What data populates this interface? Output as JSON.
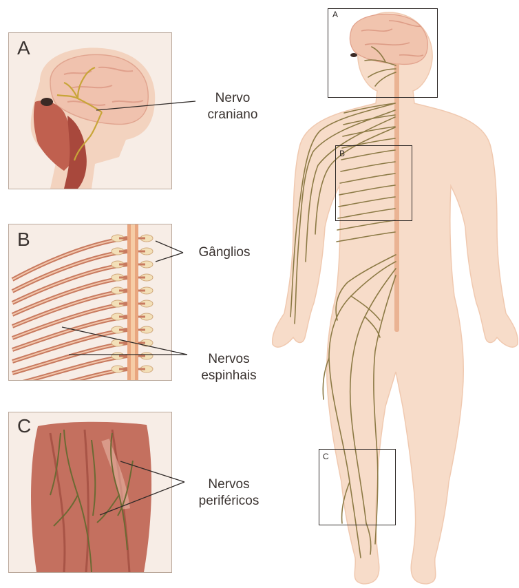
{
  "panels": [
    {
      "letter": "A"
    },
    {
      "letter": "B"
    },
    {
      "letter": "C"
    }
  ],
  "labels": {
    "cranial": [
      "Nervo",
      "craniano"
    ],
    "ganglia": [
      "Gânglios"
    ],
    "spinal": [
      "Nervos",
      "espinhais"
    ],
    "peripheral": [
      "Nervos",
      "periféricos"
    ]
  },
  "body_boxes": [
    "A",
    "B",
    "C"
  ],
  "colors": {
    "skin": "#f6d9c4",
    "skin_shadow": "#efc7ad",
    "muscle": "#b4574a",
    "nerve": "#8c7a45",
    "spine": "#e9b48e",
    "frame": "#b9a79a",
    "text": "#3a3330"
  }
}
